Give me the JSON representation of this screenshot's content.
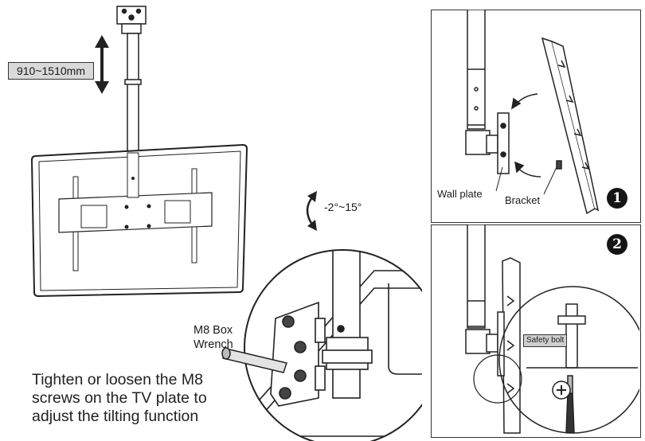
{
  "labels": {
    "height_range": "910~1510mm",
    "tilt_range": "-2°~15°",
    "wrench_line1": "M8 Box",
    "wrench_line2": "Wrench",
    "instruction_line1": "Tighten or loosen the M8",
    "instruction_line2": "screws on the TV plate to",
    "instruction_line3": "adjust the tilting function",
    "wall_plate": "Wall plate",
    "bracket": "Bracket",
    "safety_bolt": "Safety bolt"
  },
  "steps": {
    "step1": "1",
    "step2": "2"
  },
  "icons": [
    "double-arrow-vertical-icon",
    "curved-double-arrow-icon",
    "rotate-arrow-icon"
  ],
  "colors": {
    "line": "#222222",
    "panel_border": "#333333",
    "label_fill": "#d9d9d9",
    "badge": "#151515"
  }
}
